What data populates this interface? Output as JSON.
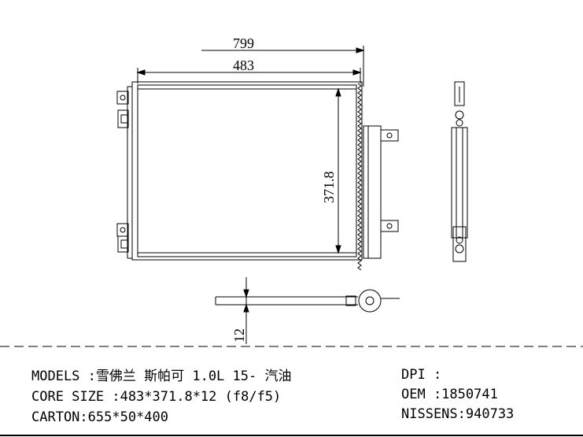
{
  "dimensions": {
    "overall_width": "799",
    "core_width": "483",
    "core_height": "371.8",
    "thickness": "12"
  },
  "specs": {
    "models": "MODELS :雪佛兰 斯帕可 1.0L 15- 汽油",
    "core_size": "CORE SIZE :483*371.8*12 (f8/f5)",
    "carton": "CARTON:655*50*400",
    "dpi": "DPI :",
    "oem": "OEM :1850741",
    "nissens": "NISSENS:940733"
  },
  "colors": {
    "line": "#000000",
    "background": "#ffffff"
  }
}
